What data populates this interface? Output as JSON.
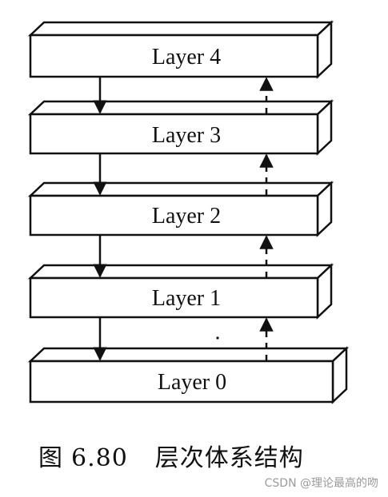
{
  "diagram": {
    "layers": [
      "Layer 4",
      "Layer 3",
      "Layer 2",
      "Layer 1",
      "Layer 0"
    ]
  },
  "caption": {
    "figure_label": "图",
    "figure_number": "6.80",
    "title": "层次体系结构"
  },
  "watermark": {
    "text": "CSDN @理论最高的吻"
  }
}
